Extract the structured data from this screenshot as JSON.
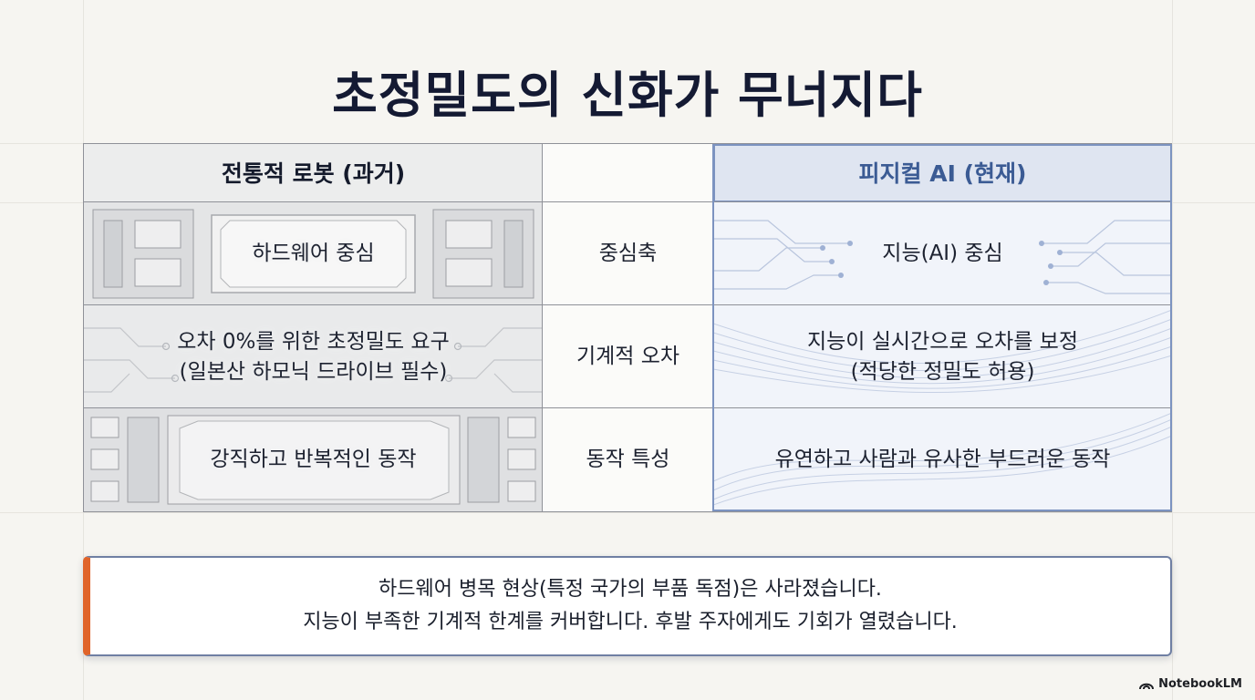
{
  "slide": {
    "title": "초정밀도의 신화가 무너지다"
  },
  "table": {
    "header": {
      "left": "전통적 로봇 (과거)",
      "middle": "",
      "right": "피지컬 AI (현재)"
    },
    "rows": [
      {
        "left": "하드웨어 중심",
        "middle": "중심축",
        "right": "지능(AI) 중심"
      },
      {
        "left": "오차 0%를 위한 초정밀도 요구\n(일본산 하모닉 드라이브 필수)",
        "middle": "기계적 오차",
        "right": "지능이 실시간으로 오차를 보정\n(적당한 정밀도 허용)"
      },
      {
        "left": "강직하고 반복적인 동작",
        "middle": "동작 특성",
        "right": "유연하고 사람과 유사한 부드러운 동작"
      }
    ]
  },
  "callout": {
    "text": "하드웨어 병목 현상(특정 국가의 부품 독점)은 사라졌습니다.\n지능이 부족한 기계적 한계를 커버합니다. 후발 주자에게도 기회가 열렸습니다."
  },
  "brand": {
    "label": "NotebookLM",
    "icon": "notebooklm-logo-icon"
  },
  "colors": {
    "accent_orange": "#e0642a",
    "accent_blue": "#3b5b94",
    "title": "#141a33"
  }
}
